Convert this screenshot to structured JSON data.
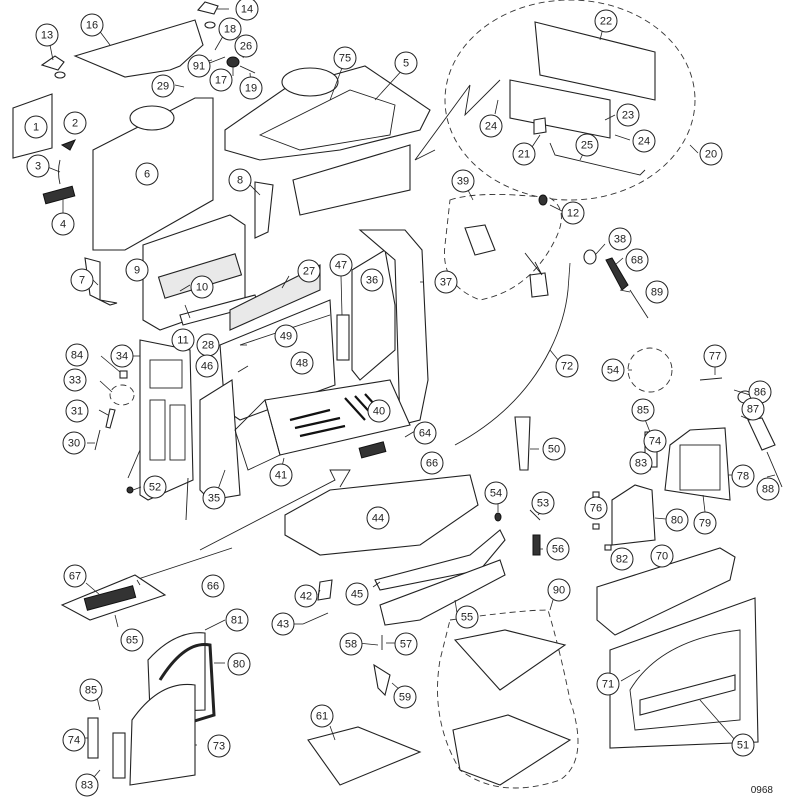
{
  "drawing_number": "0968",
  "callouts": [
    {
      "id": "1",
      "label": "1"
    },
    {
      "id": "2",
      "label": "2"
    },
    {
      "id": "3",
      "label": "3"
    },
    {
      "id": "4",
      "label": "4"
    },
    {
      "id": "5",
      "label": "5"
    },
    {
      "id": "6",
      "label": "6"
    },
    {
      "id": "7",
      "label": "7"
    },
    {
      "id": "8",
      "label": "8"
    },
    {
      "id": "9",
      "label": "9"
    },
    {
      "id": "10",
      "label": "10"
    },
    {
      "id": "11",
      "label": "11"
    },
    {
      "id": "12",
      "label": "12"
    },
    {
      "id": "13",
      "label": "13"
    },
    {
      "id": "14",
      "label": "14"
    },
    {
      "id": "16",
      "label": "16"
    },
    {
      "id": "17",
      "label": "17"
    },
    {
      "id": "18",
      "label": "18"
    },
    {
      "id": "19",
      "label": "19"
    },
    {
      "id": "20",
      "label": "20"
    },
    {
      "id": "21",
      "label": "21"
    },
    {
      "id": "22",
      "label": "22"
    },
    {
      "id": "23",
      "label": "23"
    },
    {
      "id": "24a",
      "label": "24"
    },
    {
      "id": "24b",
      "label": "24"
    },
    {
      "id": "25",
      "label": "25"
    },
    {
      "id": "26",
      "label": "26"
    },
    {
      "id": "27",
      "label": "27"
    },
    {
      "id": "28",
      "label": "28"
    },
    {
      "id": "29",
      "label": "29"
    },
    {
      "id": "30",
      "label": "30"
    },
    {
      "id": "31",
      "label": "31"
    },
    {
      "id": "33",
      "label": "33"
    },
    {
      "id": "34",
      "label": "34"
    },
    {
      "id": "35",
      "label": "35"
    },
    {
      "id": "36",
      "label": "36"
    },
    {
      "id": "37",
      "label": "37"
    },
    {
      "id": "38",
      "label": "38"
    },
    {
      "id": "39",
      "label": "39"
    },
    {
      "id": "40",
      "label": "40"
    },
    {
      "id": "41",
      "label": "41"
    },
    {
      "id": "42",
      "label": "42"
    },
    {
      "id": "43",
      "label": "43"
    },
    {
      "id": "44",
      "label": "44"
    },
    {
      "id": "45",
      "label": "45"
    },
    {
      "id": "46",
      "label": "46"
    },
    {
      "id": "47",
      "label": "47"
    },
    {
      "id": "48",
      "label": "48"
    },
    {
      "id": "49",
      "label": "49"
    },
    {
      "id": "50",
      "label": "50"
    },
    {
      "id": "51",
      "label": "51"
    },
    {
      "id": "52",
      "label": "52"
    },
    {
      "id": "53",
      "label": "53"
    },
    {
      "id": "54a",
      "label": "54"
    },
    {
      "id": "54b",
      "label": "54"
    },
    {
      "id": "55",
      "label": "55"
    },
    {
      "id": "56",
      "label": "56"
    },
    {
      "id": "57",
      "label": "57"
    },
    {
      "id": "58",
      "label": "58"
    },
    {
      "id": "59",
      "label": "59"
    },
    {
      "id": "61",
      "label": "61"
    },
    {
      "id": "64",
      "label": "64"
    },
    {
      "id": "65",
      "label": "65"
    },
    {
      "id": "66a",
      "label": "66"
    },
    {
      "id": "66b",
      "label": "66"
    },
    {
      "id": "67",
      "label": "67"
    },
    {
      "id": "68",
      "label": "68"
    },
    {
      "id": "70",
      "label": "70"
    },
    {
      "id": "71",
      "label": "71"
    },
    {
      "id": "72",
      "label": "72"
    },
    {
      "id": "73",
      "label": "73"
    },
    {
      "id": "74a",
      "label": "74"
    },
    {
      "id": "74b",
      "label": "74"
    },
    {
      "id": "75",
      "label": "75"
    },
    {
      "id": "76",
      "label": "76"
    },
    {
      "id": "77",
      "label": "77"
    },
    {
      "id": "78",
      "label": "78"
    },
    {
      "id": "79",
      "label": "79"
    },
    {
      "id": "80a",
      "label": "80"
    },
    {
      "id": "80b",
      "label": "80"
    },
    {
      "id": "81",
      "label": "81"
    },
    {
      "id": "82",
      "label": "82"
    },
    {
      "id": "83a",
      "label": "83"
    },
    {
      "id": "83b",
      "label": "83"
    },
    {
      "id": "84",
      "label": "84"
    },
    {
      "id": "85a",
      "label": "85"
    },
    {
      "id": "85b",
      "label": "85"
    },
    {
      "id": "86",
      "label": "86"
    },
    {
      "id": "87",
      "label": "87"
    },
    {
      "id": "88",
      "label": "88"
    },
    {
      "id": "89",
      "label": "89"
    },
    {
      "id": "90",
      "label": "90"
    },
    {
      "id": "91",
      "label": "91"
    }
  ]
}
